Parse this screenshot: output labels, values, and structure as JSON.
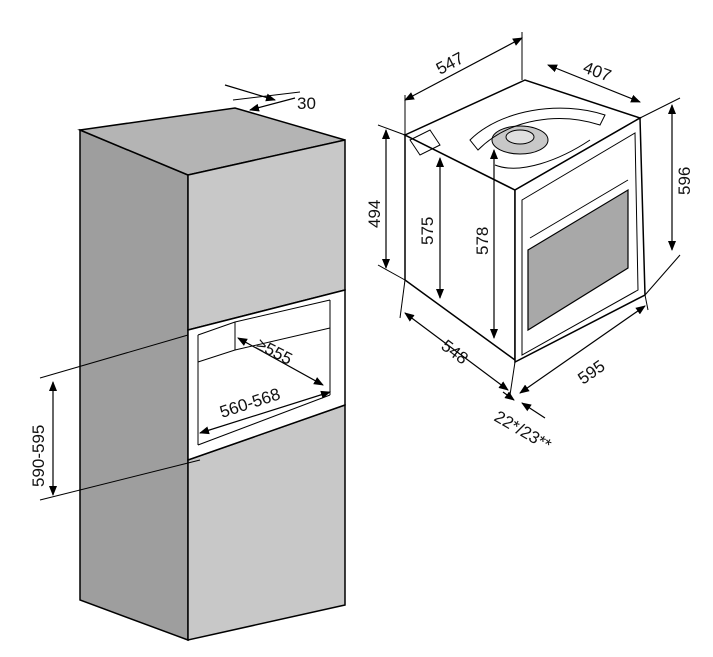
{
  "labels": {
    "niche_depth_top": "30",
    "niche_inner_depth": "≥555",
    "niche_width": "560-568",
    "niche_height": "590-595",
    "oven_depth_top": "547",
    "oven_depth_top_inner": "407",
    "oven_height_total": "596",
    "oven_side_height": "494",
    "oven_inner_height_a": "575",
    "oven_inner_height_b": "578",
    "oven_depth_bottom": "548",
    "oven_width": "595",
    "front_panel_depth": "22*/23**"
  },
  "colors": {
    "cabinet_front": "#c8c8c8",
    "cabinet_side": "#9e9e9e",
    "cabinet_top": "#b4b4b4",
    "oven_body": "#ffffff",
    "oven_window": "#a8a8a8",
    "line": "#000000"
  }
}
